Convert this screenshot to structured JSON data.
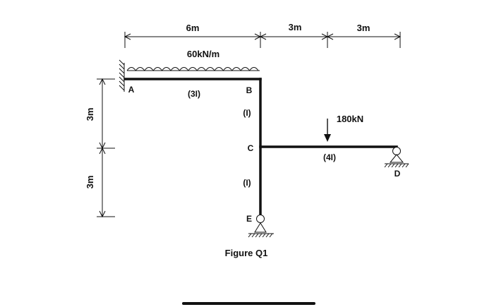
{
  "dimensions": {
    "span_ab": "6m",
    "span_c_load": "3m",
    "span_load_d": "3m",
    "height_ab": "3m",
    "height_ce": "3m"
  },
  "loads": {
    "udl": "60kN/m",
    "point": "180kN"
  },
  "nodes": {
    "a": "A",
    "b": "B",
    "c": "C",
    "d": "D",
    "e": "E"
  },
  "members": {
    "ab": "(3I)",
    "bc": "(I)",
    "ce": "(I)",
    "cd": "(4I)"
  },
  "caption": "Figure Q1",
  "colors": {
    "ink": "#111111",
    "background": "#ffffff"
  }
}
